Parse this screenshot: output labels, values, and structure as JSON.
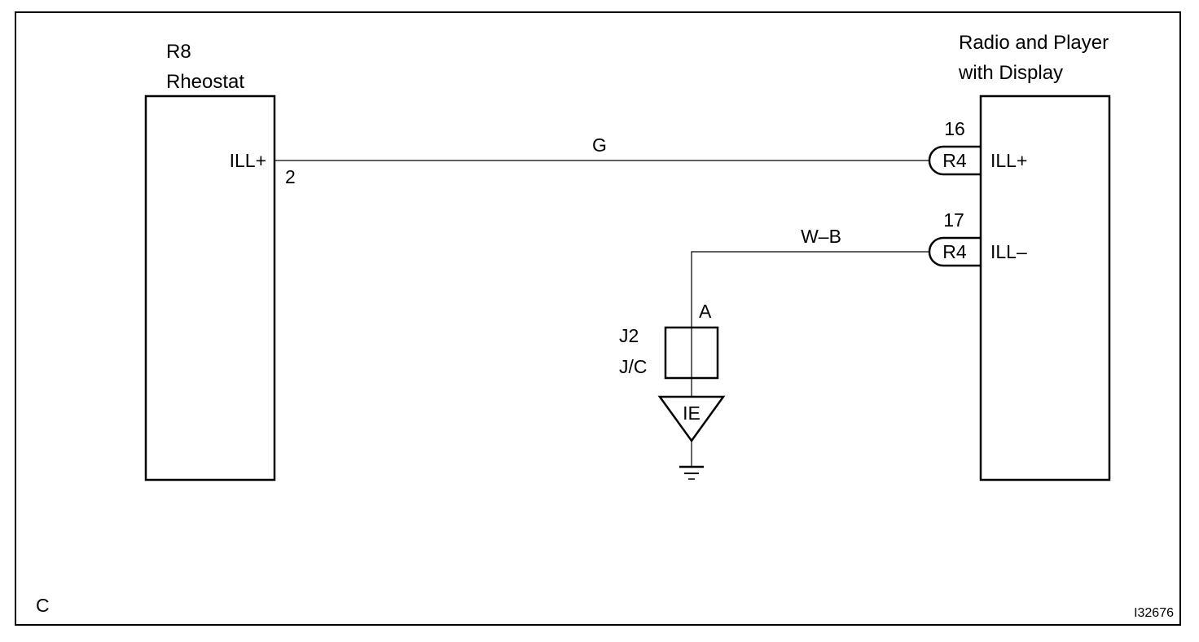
{
  "components": {
    "rheostat": {
      "code": "R8",
      "name": "Rheostat",
      "pin_name": "ILL+",
      "pin_number": "2"
    },
    "radio": {
      "name_line1": "Radio and Player",
      "name_line2": "with Display"
    },
    "junction": {
      "code": "J2",
      "name": "J/C",
      "terminal": "A"
    },
    "ground": {
      "label": "IE"
    }
  },
  "connectors": [
    {
      "code": "R4",
      "pin_number": "16",
      "pin_name": "ILL+"
    },
    {
      "code": "R4",
      "pin_number": "17",
      "pin_name": "ILL–"
    }
  ],
  "wires": [
    {
      "color": "G",
      "from": "R8 ILL+ (2)",
      "to": "R4 ILL+ (16)"
    },
    {
      "color": "W–B",
      "from": "R4 ILL– (17)",
      "to": "J2 J/C (A)"
    }
  ],
  "corner_label": "C",
  "figure_id": "I32676"
}
